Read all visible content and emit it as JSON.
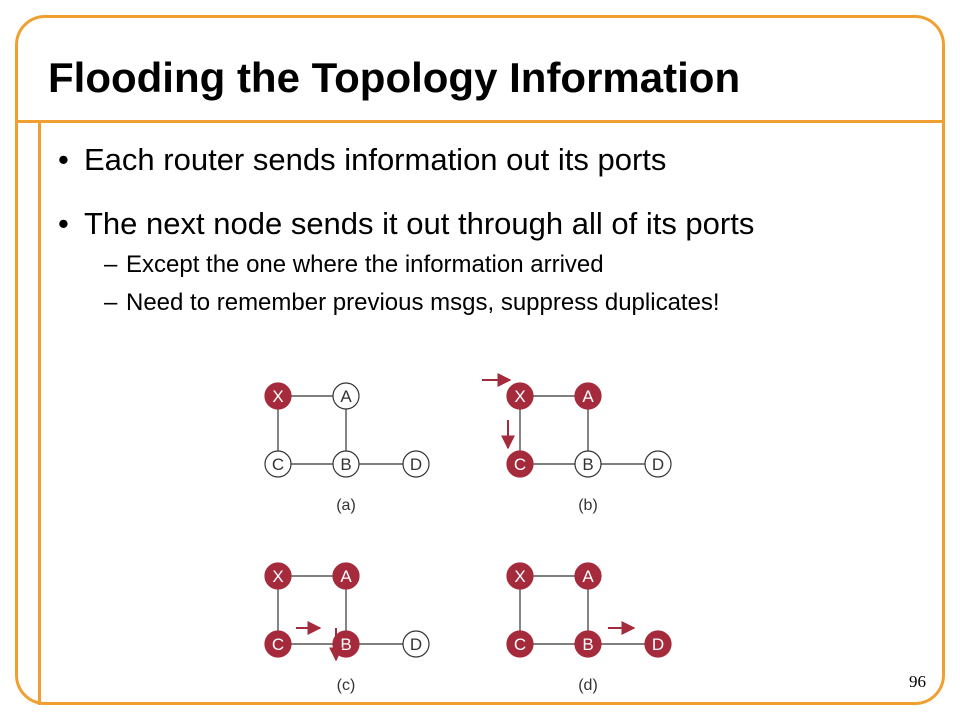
{
  "slide": {
    "title": "Flooding the Topology Information",
    "page_number": "96"
  },
  "bullets": [
    {
      "text": "Each router sends information out its ports",
      "subitems": []
    },
    {
      "text": "The next node sends it out through all of its ports",
      "subitems": [
        "Except the one where the information arrived",
        "Need to remember previous msgs, suppress duplicates!"
      ]
    }
  ],
  "colors": {
    "frame": "#f0a030",
    "active_node": "#a52a3c",
    "arrow": "#a52a3c"
  },
  "diagrams": [
    {
      "label": "(a)",
      "active": [
        "X"
      ]
    },
    {
      "label": "(b)",
      "active": [
        "X",
        "A",
        "C"
      ]
    },
    {
      "label": "(c)",
      "active": [
        "X",
        "A",
        "C",
        "B"
      ]
    },
    {
      "label": "(d)",
      "active": [
        "X",
        "A",
        "C",
        "B",
        "D"
      ]
    }
  ],
  "nodes": {
    "X": "X",
    "A": "A",
    "C": "C",
    "B": "B",
    "D": "D"
  }
}
